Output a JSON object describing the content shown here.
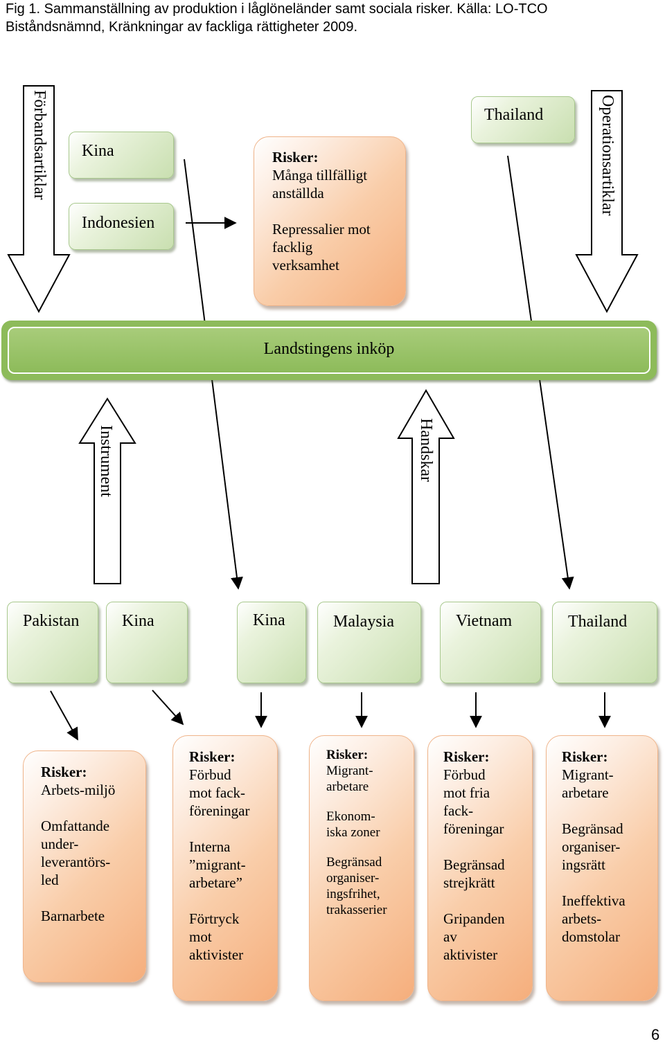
{
  "caption": "Fig 1. Sammanställning av produktion i låglöneländer samt sociala risker. Källa: LO-TCO Biståndsnämnd, Kränkningar av fackliga rättigheter 2009.",
  "arrows": {
    "left_down": "Förbandsartiklar",
    "right_down": "Operationsartiklar",
    "up_left": "Instrument",
    "up_right": "Handskar"
  },
  "top_countries": {
    "kina": "Kina",
    "indonesien": "Indonesien",
    "thailand": "Thailand"
  },
  "top_risk": {
    "heading": "Risker:",
    "lines": [
      "Många tillfälligt",
      "anställda",
      "Repressalier mot",
      "facklig",
      "verksamhet"
    ]
  },
  "band_label": "Landstingens inköp",
  "bottom_countries": [
    "Pakistan",
    "Kina",
    "Kina",
    "Malaysia",
    "Vietnam",
    "Thailand"
  ],
  "risk_boxes": [
    {
      "heading": "Risker:",
      "lines": [
        "Arbets-miljö",
        "",
        "Omfattande",
        "under-",
        "leverantörs-",
        "led",
        "",
        "Barnarbete"
      ]
    },
    {
      "heading": "Risker:",
      "lines": [
        "Förbud",
        "mot fack-",
        "föreningar",
        "",
        "Interna",
        "”migrant-",
        "arbetare”",
        "",
        "Förtryck",
        "mot",
        "aktivister"
      ]
    },
    {
      "heading": "Risker:",
      "lines": [
        "Migrant-",
        "arbetare",
        "",
        "Ekonom-",
        "iska zoner",
        "",
        "Begränsad",
        "organiser-",
        "ingsfrihet,",
        "trakasserier"
      ]
    },
    {
      "heading": "Risker:",
      "lines": [
        "Förbud",
        "mot fria",
        "fack-",
        "föreningar",
        "",
        "Begränsad",
        "strejkrätt",
        "",
        "Gripanden",
        "av",
        "aktivister"
      ]
    },
    {
      "heading": "Risker:",
      "lines": [
        "Migrant-",
        "arbetare",
        "",
        "Begränsad",
        "organiser-",
        "ingsrätt",
        "",
        "Ineffektiva",
        "arbets-",
        "domstolar"
      ]
    }
  ],
  "page_number": "6"
}
